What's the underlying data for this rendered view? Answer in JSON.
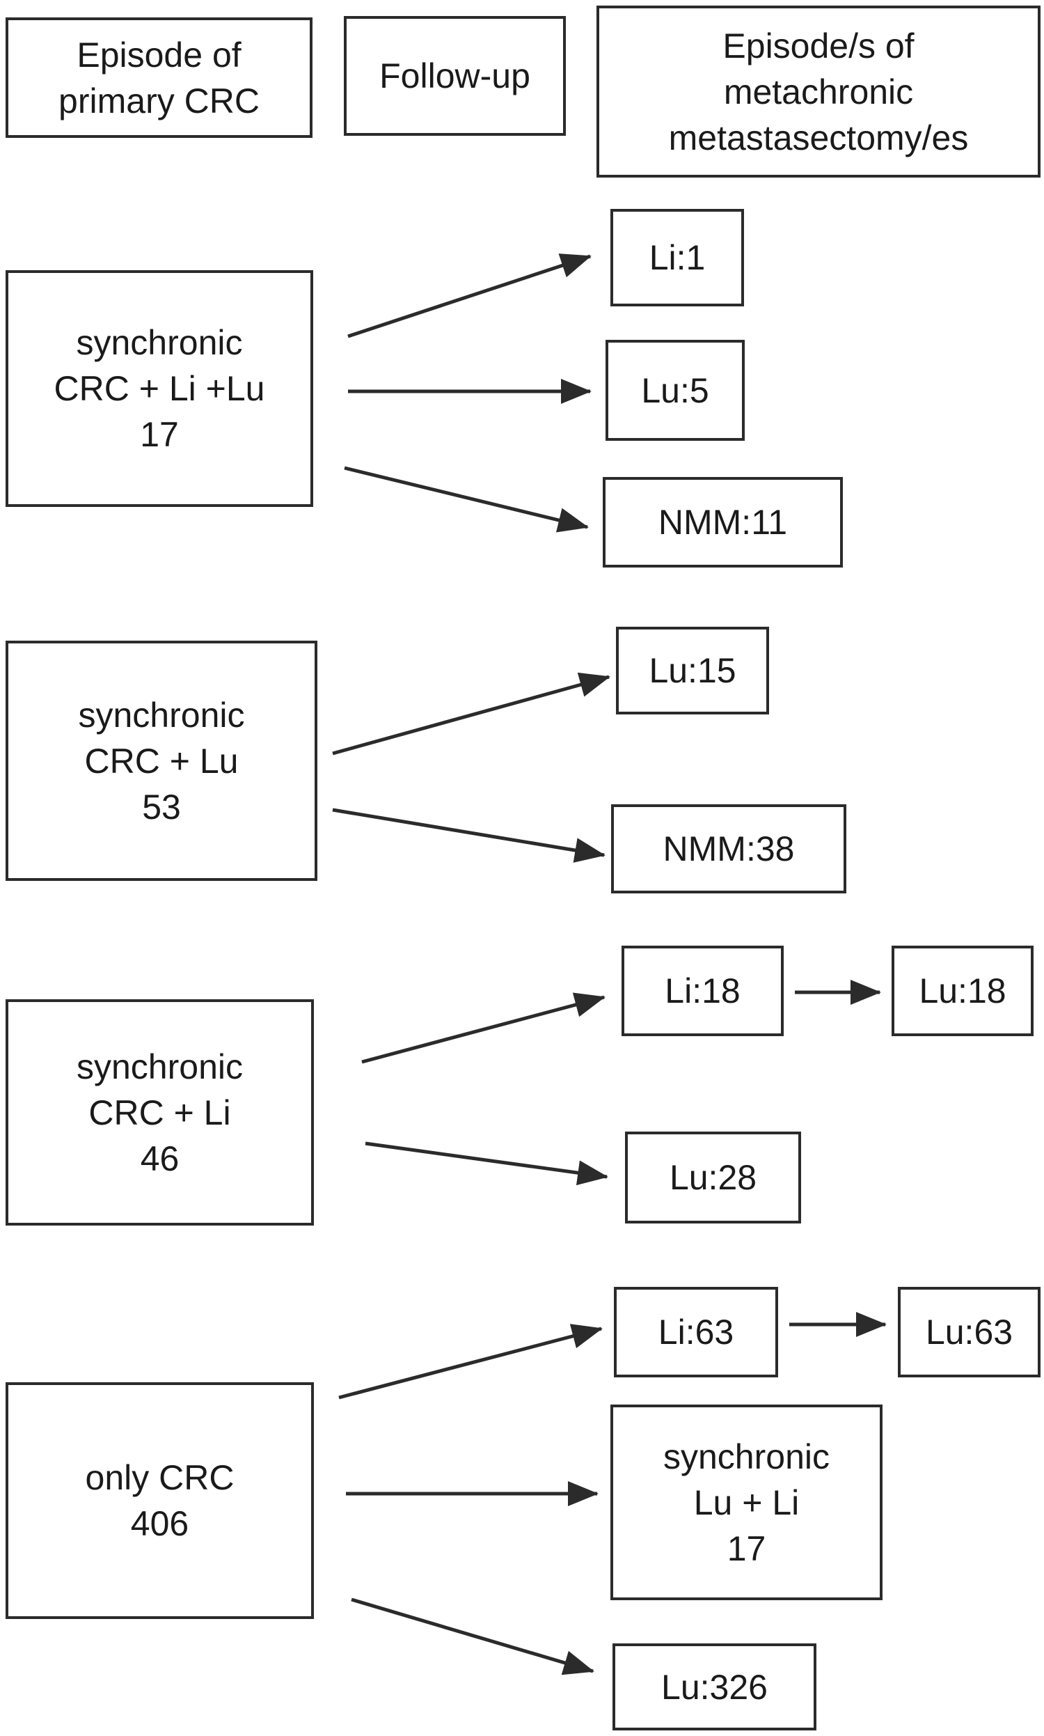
{
  "diagram": {
    "title": "CRC metastasectomy flow diagram",
    "colors": {
      "border": "#2b2b2b",
      "text": "#1a1a1a",
      "background": "#ffffff",
      "arrow": "#2b2b2b"
    },
    "nodes": {
      "header_primary": "Episode of\nprimary CRC",
      "header_followup": "Follow-up",
      "header_metachronic": "Episode/s of\nmetachronic\nmetastasectomy/es",
      "row1_source": "synchronic\nCRC + Li +Lu\n17",
      "row1_li1": "Li:1",
      "row1_lu5": "Lu:5",
      "row1_nmm11": "NMM:11",
      "row2_source": "synchronic\nCRC + Lu\n53",
      "row2_lu15": "Lu:15",
      "row2_nmm38": "NMM:38",
      "row3_source": "synchronic\nCRC + Li\n46",
      "row3_li18": "Li:18",
      "row3_lu18": "Lu:18",
      "row3_lu28": "Lu:28",
      "row4_source": "only CRC\n406",
      "row4_li63": "Li:63",
      "row4_lu63": "Lu:63",
      "row4_syn": "synchronic\nLu + Li\n17",
      "row4_lu326": "Lu:326"
    },
    "edges": [
      {
        "from": "synchronic CRC + Li +Lu 17",
        "to": "Li:1"
      },
      {
        "from": "synchronic CRC + Li +Lu 17",
        "to": "Lu:5"
      },
      {
        "from": "synchronic CRC + Li +Lu 17",
        "to": "NMM:11"
      },
      {
        "from": "synchronic CRC + Lu 53",
        "to": "Lu:15"
      },
      {
        "from": "synchronic CRC + Lu 53",
        "to": "NMM:38"
      },
      {
        "from": "synchronic CRC + Li 46",
        "to": "Li:18"
      },
      {
        "from": "Li:18",
        "to": "Lu:18"
      },
      {
        "from": "synchronic CRC + Li 46",
        "to": "Lu:28"
      },
      {
        "from": "only CRC 406",
        "to": "Li:63"
      },
      {
        "from": "Li:63",
        "to": "Lu:63"
      },
      {
        "from": "only CRC 406",
        "to": "synchronic Lu + Li 17"
      },
      {
        "from": "only CRC 406",
        "to": "Lu:326"
      }
    ]
  }
}
